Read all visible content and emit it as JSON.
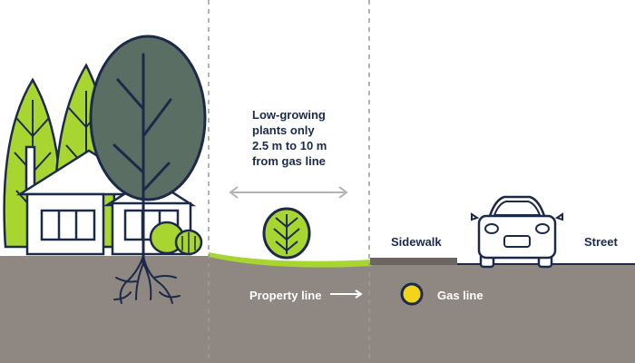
{
  "diagram": {
    "planting_note": {
      "lines": [
        "Low-growing",
        "plants only",
        "2.5 m to 10 m",
        "from gas line"
      ]
    },
    "labels": {
      "sidewalk": "Sidewalk",
      "street": "Street",
      "property_line": "Property line",
      "gas_line": "Gas line"
    },
    "icons": [
      "tree-icon",
      "house-icon",
      "shrub-icon",
      "car-icon",
      "roots-icon",
      "double-arrow-icon",
      "arrow-right-icon",
      "gas-pipe-icon"
    ],
    "colors": {
      "navy": "#1c2a4a",
      "ground": "#8f8781",
      "light_green": "#a8d530",
      "dark_tree": "#5a6e63",
      "gas_yellow": "#f2d519",
      "sidewalk": "#6b6661",
      "dashed_line": "#9a9a9a"
    }
  }
}
